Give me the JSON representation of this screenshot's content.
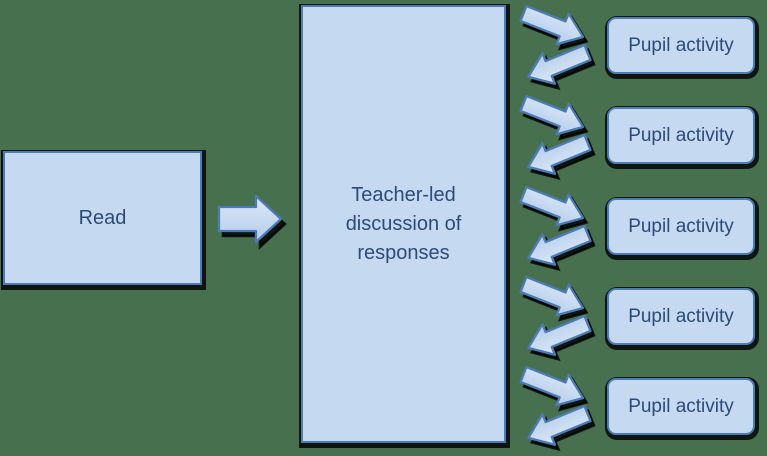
{
  "colors": {
    "background": "#47704E",
    "shape_fill": "#C5D9F0",
    "shape_border": "#4C7BB5",
    "text_color": "#2E4B78",
    "shadow": "rgba(0,0,0,0.8)",
    "arrow_fill_light": "#DCE9F8",
    "arrow_fill_dark": "#B3CCEA"
  },
  "diagram": {
    "read_box": {
      "label": "Read"
    },
    "main_box": {
      "label": "Teacher-led discussion of responses",
      "lines": [
        "Teacher-led",
        "discussion of",
        "responses"
      ]
    },
    "pupil_boxes": [
      {
        "label": "Pupil activity"
      },
      {
        "label": "Pupil activity"
      },
      {
        "label": "Pupil activity"
      },
      {
        "label": "Pupil activity"
      },
      {
        "label": "Pupil activity"
      }
    ]
  }
}
